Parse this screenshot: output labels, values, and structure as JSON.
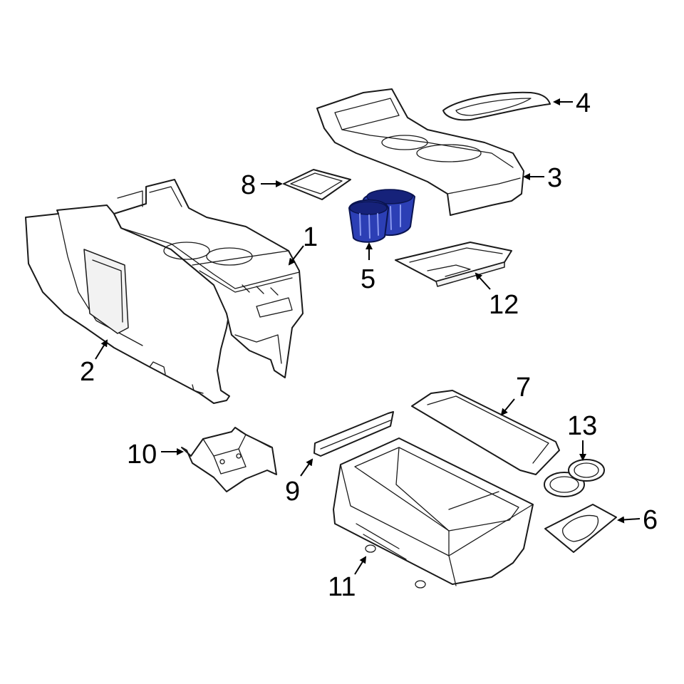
{
  "callouts": {
    "c1": "1",
    "c2": "2",
    "c3": "3",
    "c4": "4",
    "c5": "5",
    "c6": "6",
    "c7": "7",
    "c8": "8",
    "c9": "9",
    "c10": "10",
    "c11": "11",
    "c12": "12",
    "c13": "13"
  },
  "highlight": {
    "part": "5",
    "color": "#2c3fb5"
  }
}
